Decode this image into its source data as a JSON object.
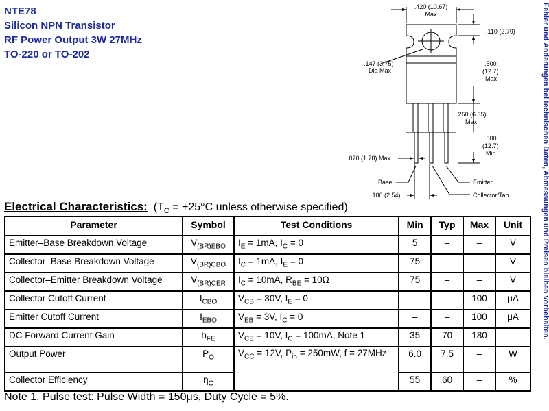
{
  "header": {
    "part": "NTE78",
    "line1": "Silicon NPN Transistor",
    "line2": "RF Power Output 3W 27MHz",
    "line3": "TO-220 or TO-202"
  },
  "side_note": "Fehler und Änderungen bei technischen Daten, Abmessungen und Preisen bleiben vorbehalten.",
  "diagram": {
    "width_label": ".420 (10.67)",
    "width_max": "Max",
    "tab_label": ".110 (2.79)",
    "hole_label": ".147 (3.75)",
    "hole_sub": "Dia Max",
    "body_label": ".500",
    "body_mm": "(12.7)",
    "body_max": "Max",
    "lead_step_label": ".250 (6.35)",
    "lead_step_max": "Max",
    "lead_label": ".500",
    "lead_mm": "(12.7)",
    "lead_min": "Min",
    "lead_width_label": ".070 (1.78) Max",
    "base": "Base",
    "emitter": "Emitter",
    "collector_tab": "Collector/Tab",
    "pitch_label": ".100 (2.54)"
  },
  "ec": {
    "title_bold": "Electrical Characteristics:",
    "cond_open": "(T",
    "cond_sub": "C",
    "cond_rest": " = +25°C unless otherwise specified)",
    "headers": [
      "Parameter",
      "Symbol",
      "Test Conditions",
      "Min",
      "Typ",
      "Max",
      "Unit"
    ],
    "rows": [
      {
        "param": "Emitter–Base Breakdown Voltage",
        "sym": "V",
        "sym_sub": "(BR)EBO",
        "cond_html": "I<sub>E</sub> = 1mA, I<sub>C</sub> = 0",
        "min": "5",
        "typ": "–",
        "max": "–",
        "unit": "V"
      },
      {
        "param": "Collector–Base Breakdown Voltage",
        "sym": "V",
        "sym_sub": "(BR)CBO",
        "cond_html": "I<sub>C</sub> = 1mA, I<sub>E</sub> = 0",
        "min": "75",
        "typ": "–",
        "max": "–",
        "unit": "V"
      },
      {
        "param": "Collector–Emitter Breakdown Voltage",
        "sym": "V",
        "sym_sub": "(BR)CER",
        "cond_html": "I<sub>C</sub> = 10mA, R<sub>BE</sub> = 10Ω",
        "min": "75",
        "typ": "–",
        "max": "–",
        "unit": "V"
      },
      {
        "param": "Collector Cutoff Current",
        "sym": "I",
        "sym_sub": "CBO",
        "cond_html": "V<sub>CB</sub> = 30V, I<sub>E</sub> = 0",
        "min": "–",
        "typ": "–",
        "max": "100",
        "unit": "μA"
      },
      {
        "param": "Emitter Cutoff Current",
        "sym": "I",
        "sym_sub": "EBO",
        "cond_html": "V<sub>EB</sub> = 3V, I<sub>C</sub> = 0",
        "min": "–",
        "typ": "–",
        "max": "100",
        "unit": "μA"
      },
      {
        "param": "DC Forward Current Gain",
        "sym": "h",
        "sym_sub": "FE",
        "cond_html": "V<sub>CE</sub> = 10V, I<sub>C</sub> = 100mA, Note 1",
        "min": "35",
        "typ": "70",
        "max": "180",
        "unit": ""
      },
      {
        "param": "Output Power",
        "sym": "P",
        "sym_sub": "O",
        "cond_html": "V<sub>CC</sub> = 12V, P<sub>in</sub> = 250mW, f = 27MHz",
        "min": "6.0",
        "typ": "7.5",
        "max": "–",
        "unit": "W"
      },
      {
        "param": "Collector Efficiency",
        "sym": "η",
        "sym_sub": "C",
        "cond_html": "",
        "min": "55",
        "typ": "60",
        "max": "–",
        "unit": "%"
      }
    ]
  },
  "note": "Note  1. Pulse test:  Pulse Width = 150μs, Duty Cycle = 5%."
}
